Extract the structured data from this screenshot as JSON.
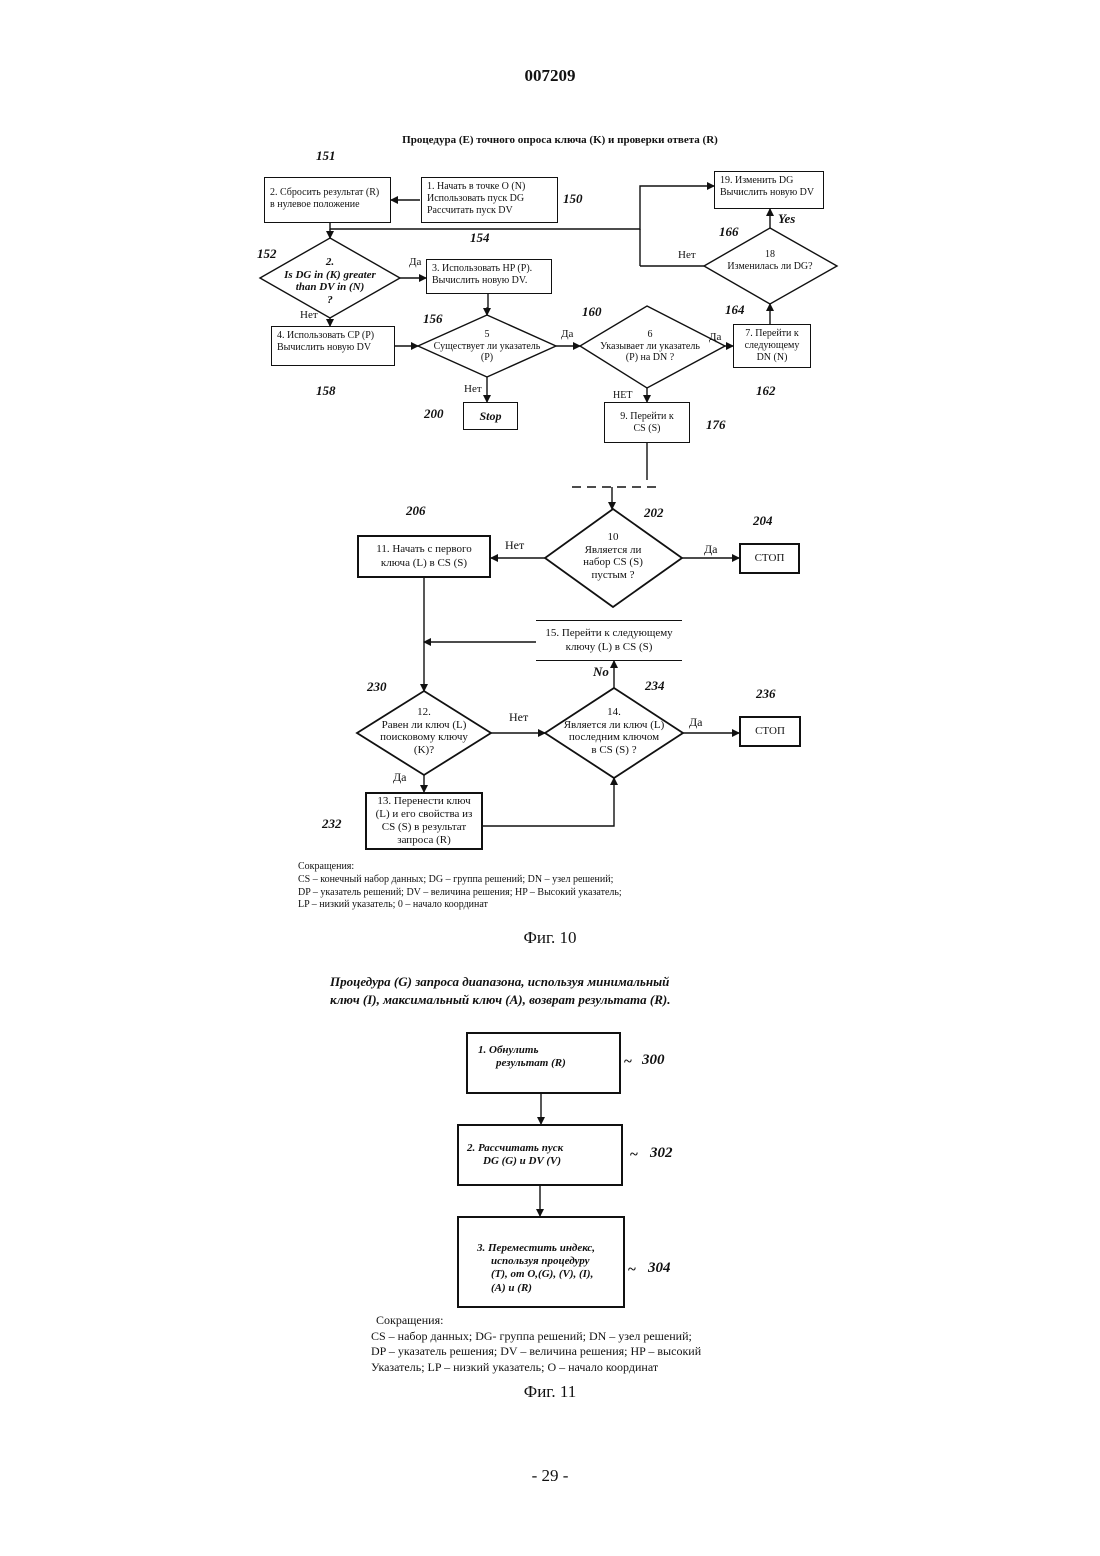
{
  "page": {
    "number": "007209",
    "footer": "- 29 -"
  },
  "fig10": {
    "title": "Процедура (E) точного опроса ключа (K) и проверки ответа (R)",
    "caption": "Фиг. 10",
    "nodes": {
      "n1": [
        "1.  Начать в точке O (N)",
        "Использовать пуск DG",
        "Рассчитать пуск DV"
      ],
      "n2": [
        "2.  Сбросить результат (R)",
        "в нулевое положение"
      ],
      "n19": [
        "19. Изменить DG",
        "Вычислить новую DV"
      ],
      "d2": [
        "2.",
        "Is DG in (K) greater",
        "than DV in (N)",
        "?"
      ],
      "n3": [
        "3.  Использовать HP (P).",
        "Вычислить новую DV."
      ],
      "d18": [
        "18",
        "Изменилась ли DG?"
      ],
      "n4": [
        "4.  Использовать CP (P)",
        "Вычислить новую DV"
      ],
      "d5": [
        "5",
        "Существует ли указатель",
        "(P)"
      ],
      "d6": [
        "6",
        "Указывает ли указатель",
        "(P) на DN ?"
      ],
      "n7": [
        "7. Перейти к",
        "следующему",
        "DN (N)"
      ],
      "stop200": "Stop",
      "n9": [
        "9. Перейти к",
        "CS (S)"
      ],
      "n11": [
        "11. Начать с первого",
        "ключа (L) в CS (S)"
      ],
      "d10": [
        "10",
        "Является ли",
        "набор CS (S)",
        "пустым ?"
      ],
      "stop204": "СТОП",
      "n15": [
        "15. Перейти к следующему",
        "ключу (L) в CS (S)"
      ],
      "d12": [
        "12.",
        "Равен ли ключ (L)",
        "поисковому ключу",
        "(K)?"
      ],
      "d14": [
        "14.",
        "Является ли ключ (L)",
        "последним ключом",
        "в CS (S) ?"
      ],
      "stop236": "СТОП",
      "n13": [
        "13. Перенести ключ",
        "(L) и его свойства из",
        "CS (S) в результат",
        "запроса (R)"
      ]
    },
    "refs": {
      "r150": "150",
      "r151": "151",
      "r152": "152",
      "r154": "154",
      "r156": "156",
      "r158": "158",
      "r160": "160",
      "r162": "162",
      "r164": "164",
      "r166": "166",
      "r176": "176",
      "r200": "200",
      "r202": "202",
      "r204": "204",
      "r206": "206",
      "r230": "230",
      "r232": "232",
      "r234": "234",
      "r236": "236"
    },
    "edge_labels": {
      "da_d2": "Да",
      "net_d2": "Нет",
      "da_d5": "Да",
      "net_d5": "Нет",
      "da_d6": "Да",
      "net_d6": "НЕТ",
      "yes_d18": "Yes",
      "net_d18": "Нет",
      "net_d10": "Нет",
      "da_d10": "Да",
      "net_d12": "Нет",
      "da_d12": "Да",
      "da_d14": "Да",
      "no_d14": "No"
    },
    "abbreviations": [
      "Сокращения:",
      "CS – конечный набор данных; DG – группа решений; DN – узел решений;",
      "DP – указатель решений; DV – величина решения; HP – Высокий указатель;",
      "LP – низкий указатель; 0 – начало координат"
    ]
  },
  "fig11": {
    "title": [
      "Процедура (G) запроса диапазона, используя минимальный",
      "ключ (I), максимальный ключ (A), возврат результата (R)."
    ],
    "caption": "Фиг. 11",
    "nodes": {
      "n1": [
        "1.  Обнулить",
        "результат (R)"
      ],
      "n2": [
        "2. Рассчитать пуск",
        "DG (G) и DV (V)"
      ],
      "n3": [
        "3. Переместить индекс,",
        "используя процедуру",
        "(T), от O,(G), (V), (I),",
        "(A) и (R)"
      ]
    },
    "refs": {
      "r300": "300",
      "r302": "302",
      "r304": "304"
    },
    "abbreviations": [
      "Сокращения:",
      "CS – набор данных; DG- группа решений; DN – узел решений;",
      "DP – указатель решения; DV – величина решения; HP – высокий",
      "Указатель; LP – низкий указатель; O – начало координат"
    ]
  }
}
